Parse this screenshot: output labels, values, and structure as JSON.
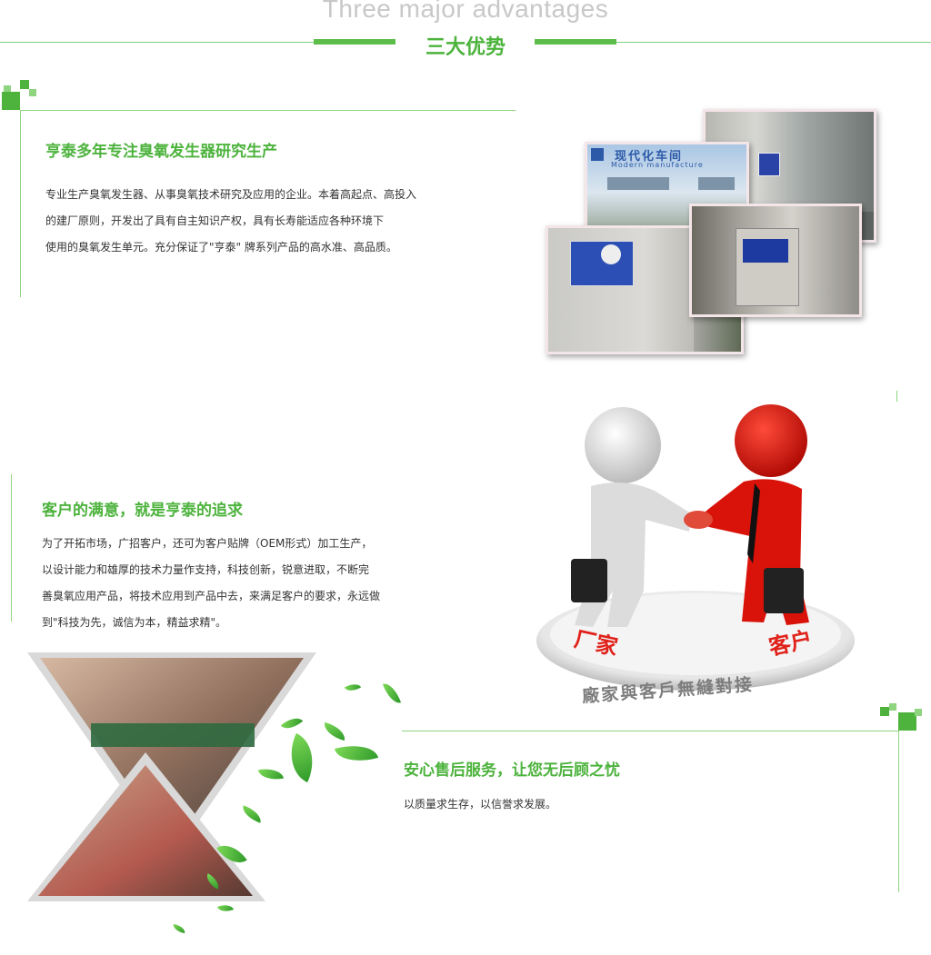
{
  "header": {
    "title_en": "Three major advantages",
    "title_cn": "三大优势"
  },
  "section1": {
    "title": "亨泰多年专注臭氧发生器研究生产",
    "lines": [
      "专业生产臭氧发生器、从事臭氧技术研究及应用的企业。本着高起点、高投入",
      "的建厂原则，开发出了具有自主知识产权，具有长寿能适应各种环境下",
      "使用的臭氧发生单元。充分保证了\"亨泰\" 牌系列产品的高水准、高品质。"
    ],
    "photo_sign": "现代化车间",
    "photo_sign_en": "Modern manufacture"
  },
  "section2": {
    "title": "客户的满意，就是亨泰的追求",
    "lines": [
      "为了开拓市场，广招客户，还可为客户贴牌（OEM形式）加工生产，",
      "以设计能力和雄厚的技术力量作支持，科技创新，锐意进取，不断完",
      "善臭氧应用产品，将技术应用到产品中去，来满足客户的要求，永远做",
      "到\"科技为先，诚信为本，精益求精\"。"
    ],
    "handshake_left": "厂家",
    "handshake_right": "客户",
    "handshake_caption": "廠家與客戶無縫對接"
  },
  "section3": {
    "title": "安心售后服务，让您无后顾之忧",
    "lines": [
      "以质量求生存，以信誉求发展。"
    ]
  },
  "colors": {
    "accent": "#4db33d",
    "line": "#8fd47f",
    "text": "#333333"
  }
}
